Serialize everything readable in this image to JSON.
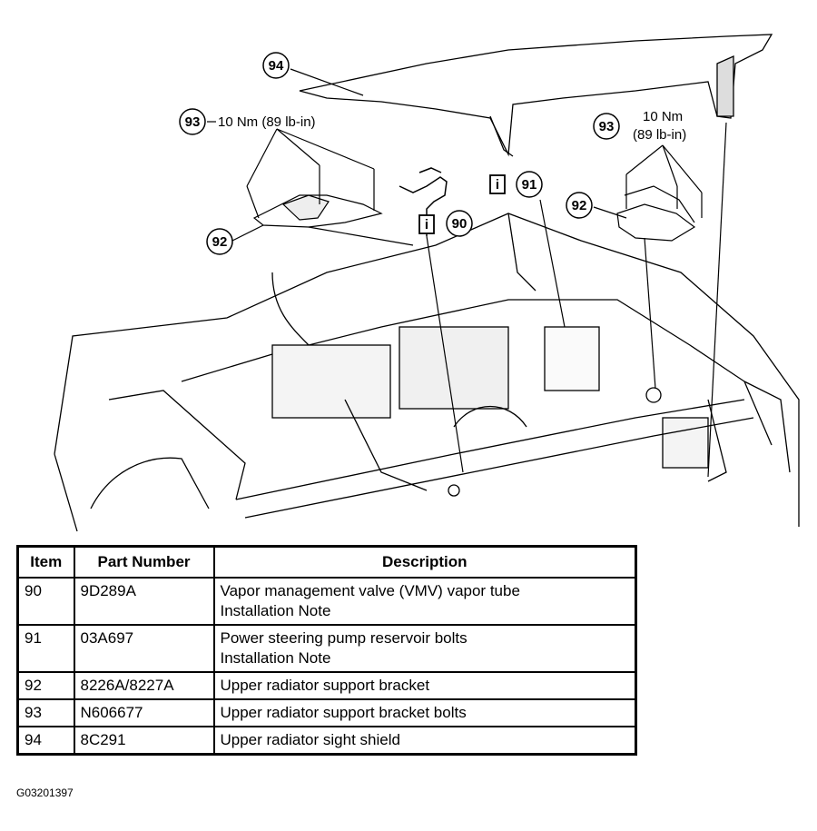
{
  "callouts": {
    "c94": "94",
    "c93_left": "93",
    "c93_left_spec": "10 Nm (89 lb-in)",
    "c93_right": "93",
    "c93_right_spec_line1": "10 Nm",
    "c93_right_spec_line2": "(89 lb-in)",
    "c92_left": "92",
    "c92_right": "92",
    "c90": "90",
    "c91": "91",
    "info_icon_label": "i"
  },
  "table": {
    "headers": [
      "Item",
      "Part Number",
      "Description"
    ],
    "rows": [
      {
        "item": "90",
        "part": "9D289A",
        "desc": "Vapor management valve (VMV) vapor tube",
        "note": "Installation Note"
      },
      {
        "item": "91",
        "part": "03A697",
        "desc": "Power steering pump reservoir bolts",
        "note": "Installation Note"
      },
      {
        "item": "92",
        "part": "8226A/8227A",
        "desc": "Upper radiator support bracket",
        "note": ""
      },
      {
        "item": "93",
        "part": "N606677",
        "desc": "Upper radiator support bracket bolts",
        "note": ""
      },
      {
        "item": "94",
        "part": "8C291",
        "desc": "Upper radiator sight shield",
        "note": ""
      }
    ]
  },
  "figure_code": "G03201397"
}
